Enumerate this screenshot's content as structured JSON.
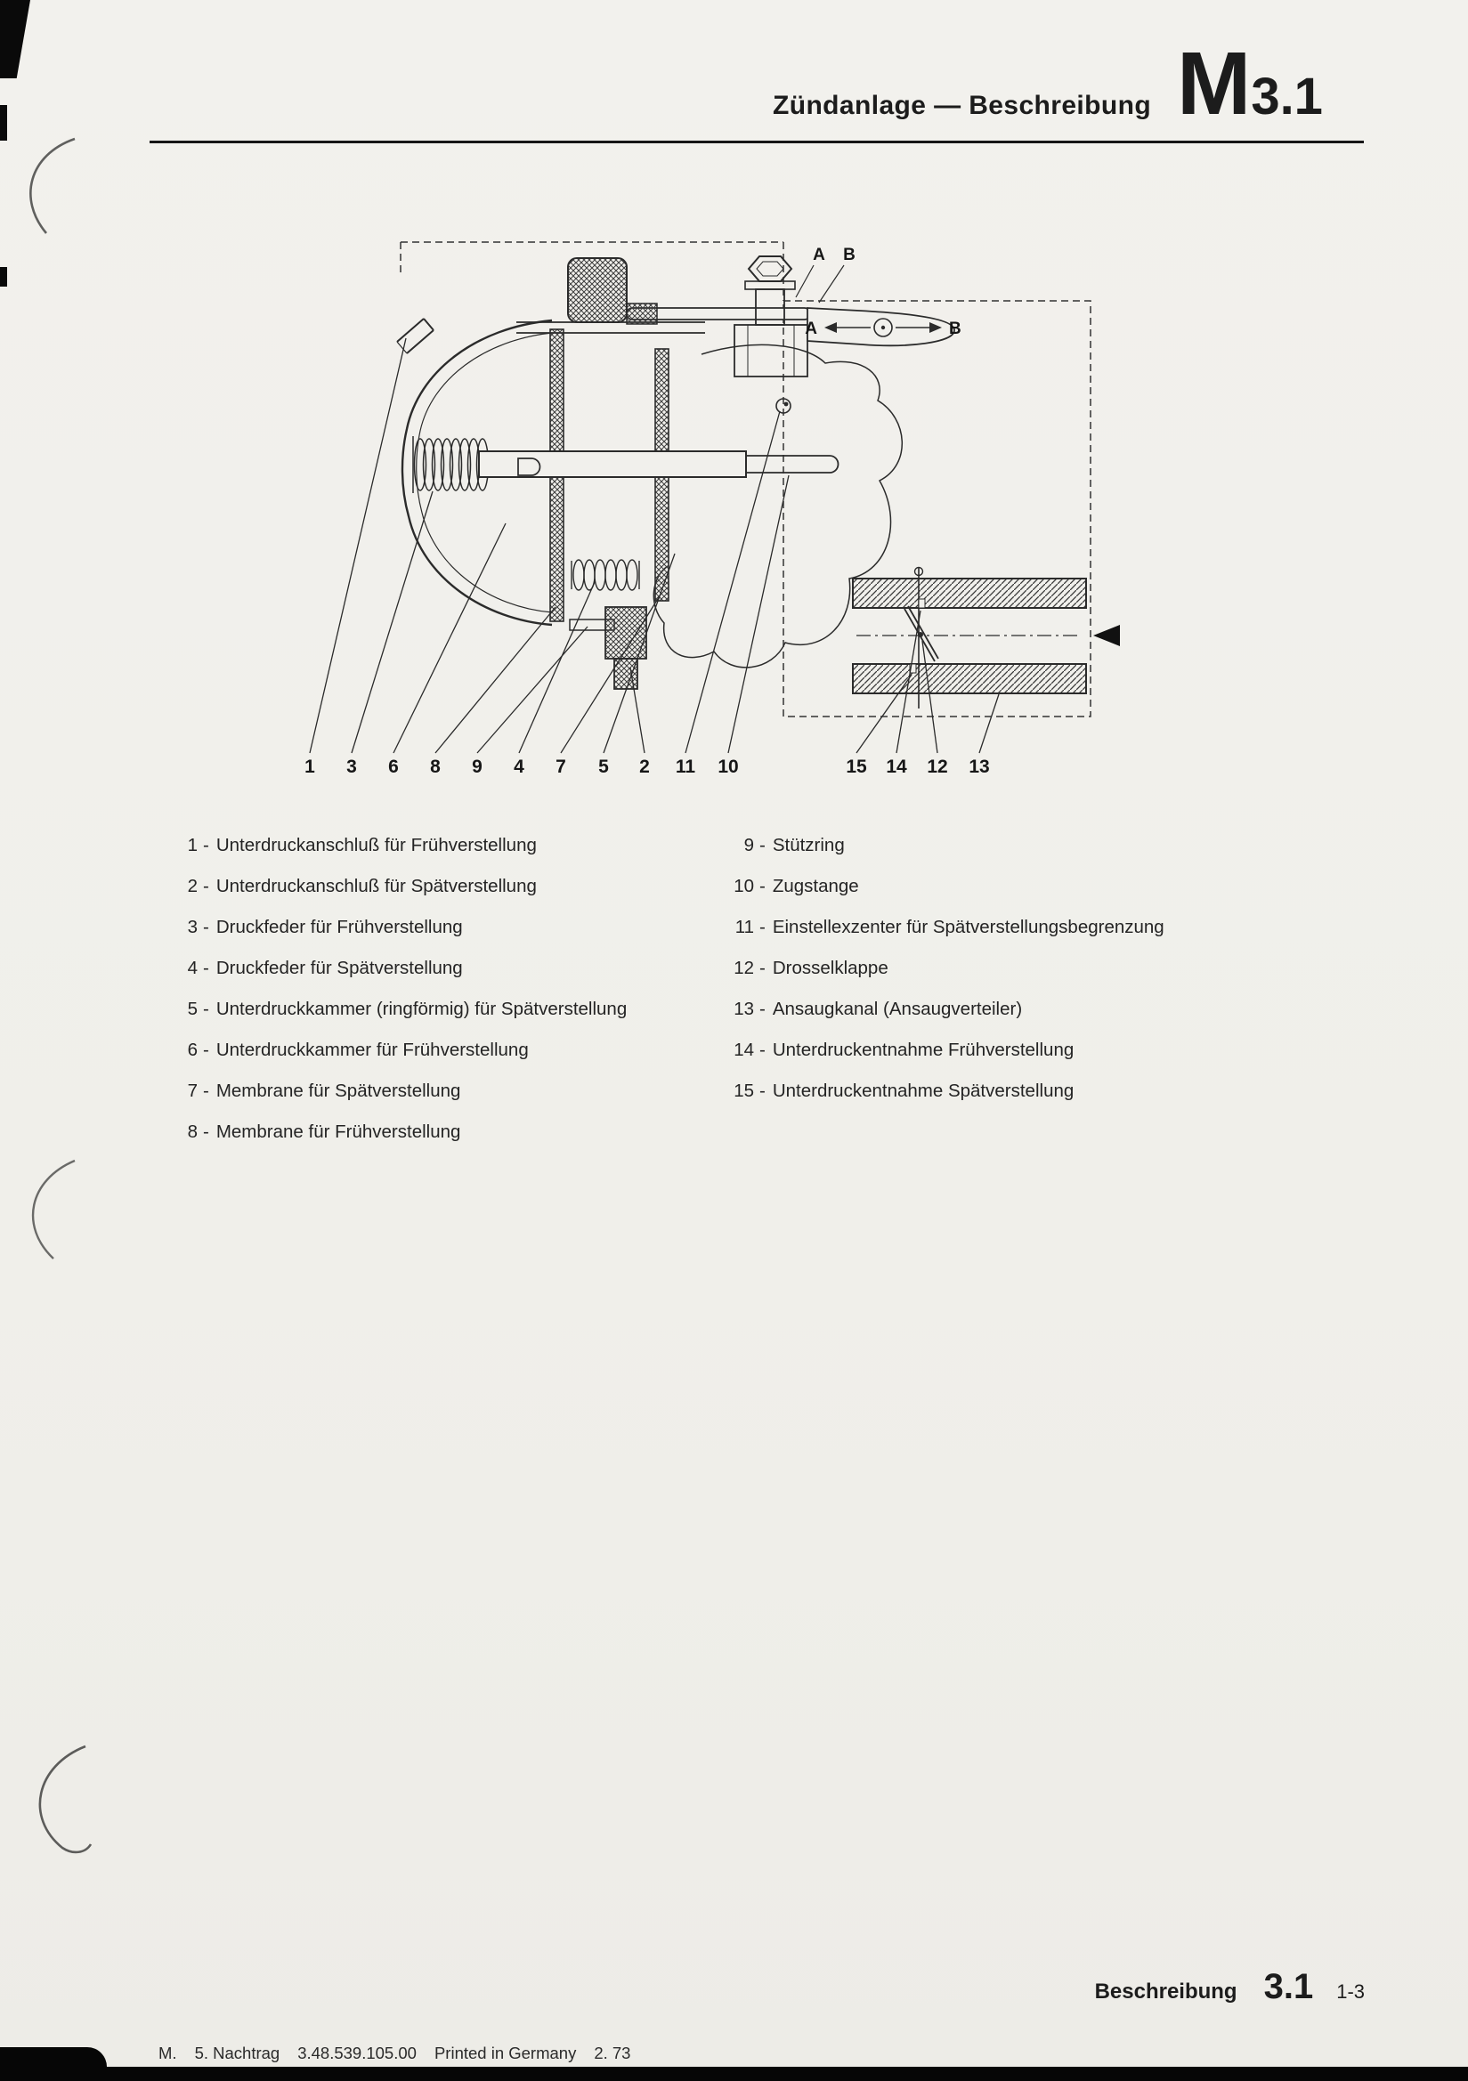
{
  "header": {
    "title": "Zündanlage — Beschreibung",
    "tab_letter": "M",
    "tab_number": "3.1"
  },
  "diagram": {
    "callouts": [
      "1",
      "3",
      "6",
      "8",
      "9",
      "4",
      "7",
      "5",
      "2",
      "11",
      "10",
      "15",
      "14",
      "12",
      "13"
    ],
    "labels": {
      "a": "A",
      "b": "B"
    }
  },
  "legend": {
    "sep": "-",
    "left": [
      {
        "num": "1",
        "text": "Unterdruckanschluß für Frühverstellung"
      },
      {
        "num": "2",
        "text": "Unterdruckanschluß für Spätverstellung"
      },
      {
        "num": "3",
        "text": "Druckfeder für Frühverstellung"
      },
      {
        "num": "4",
        "text": "Druckfeder für Spätverstellung"
      },
      {
        "num": "5",
        "text": "Unterdruckkammer (ringförmig) für Spätverstellung"
      },
      {
        "num": "6",
        "text": "Unterdruckkammer für Frühverstellung"
      },
      {
        "num": "7",
        "text": "Membrane für Spätverstellung"
      },
      {
        "num": "8",
        "text": "Membrane für Frühverstellung"
      }
    ],
    "right": [
      {
        "num": "9",
        "text": "Stützring"
      },
      {
        "num": "10",
        "text": "Zugstange"
      },
      {
        "num": "11",
        "text": "Einstellexzenter für Spätverstellungsbegrenzung"
      },
      {
        "num": "12",
        "text": "Drosselklappe"
      },
      {
        "num": "13",
        "text": "Ansaugkanal (Ansaugverteiler)"
      },
      {
        "num": "14",
        "text": "Unterdruckentnahme Frühverstellung"
      },
      {
        "num": "15",
        "text": "Unterdruckentnahme Spätverstellung"
      }
    ]
  },
  "footer": {
    "section_label": "Beschreibung",
    "section_number": "3.1",
    "page_number": "1-3",
    "parts": [
      "M.",
      "5. Nachtrag",
      "3.48.539.105.00",
      "Printed in Germany",
      "2. 73"
    ]
  }
}
